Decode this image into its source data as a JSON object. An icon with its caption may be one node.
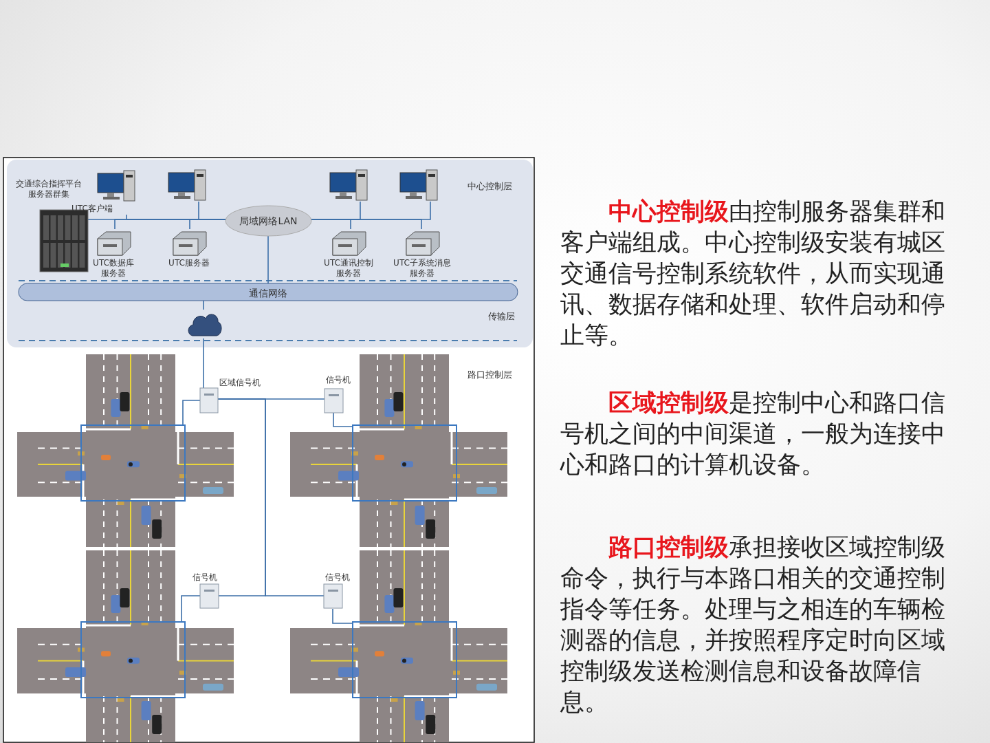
{
  "diagram": {
    "nodes": [
      {
        "text": [
          "交通综合指挥平台服务器群集"
        ]
      },
      {
        "text": [
          "UTC客户端"
        ]
      },
      {
        "text": [],
        "shape": "picture"
      },
      {
        "text": [],
        "shape": "picture"
      },
      {
        "text": [],
        "shape": "picture"
      },
      {
        "text": [
          "UTC数据库服务器"
        ]
      },
      {
        "text": [
          "UTC服务器"
        ]
      },
      {
        "text": [
          "局域网络LAN"
        ]
      },
      {
        "text": [
          "UTC通讯控制服务器"
        ]
      },
      {
        "text": [
          "UTC子系统消息服务器"
        ]
      },
      {
        "text": [
          "通信网络"
        ]
      },
      {
        "text": [],
        "shape": "cloud"
      },
      {
        "text": [
          "区域信号机"
        ]
      },
      {
        "text": [
          "信号机"
        ]
      },
      {
        "text": [
          "信号机"
        ]
      },
      {
        "text": [
          "信号机"
        ]
      },
      {
        "text": [],
        "shape": "box"
      },
      {
        "text": [],
        "shape": "box"
      },
      {
        "text": [],
        "shape": "box"
      },
      {
        "text": [],
        "shape": "box"
      }
    ],
    "edges": [
      {
        "from": 0,
        "to": 7,
        "arrow": "none"
      },
      {
        "from": 1,
        "to": 7,
        "arrow": "none"
      },
      {
        "from": 2,
        "to": 7,
        "arrow": "none"
      },
      {
        "from": 5,
        "to": 7,
        "arrow": "none"
      },
      {
        "from": 6,
        "to": 7,
        "arrow": "none"
      },
      {
        "from": 3,
        "to": 7,
        "arrow": "none"
      },
      {
        "from": 4,
        "to": 7,
        "arrow": "none"
      },
      {
        "from": 8,
        "to": 7,
        "arrow": "none"
      },
      {
        "from": 9,
        "to": 7,
        "arrow": "none"
      },
      {
        "from": 7,
        "to": 10,
        "arrow": "none"
      },
      {
        "from": 10,
        "to": 11,
        "arrow": "none"
      },
      {
        "from": 11,
        "to": 12,
        "arrow": "none"
      },
      {
        "from": 12,
        "to": 13,
        "arrow": "none"
      },
      {
        "from": 12,
        "to": 14,
        "arrow": "none"
      },
      {
        "from": 12,
        "to": 15,
        "arrow": "none"
      },
      {
        "from": 12,
        "to": 16,
        "arrow": "none"
      },
      {
        "from": 13,
        "to": 17,
        "arrow": "none"
      },
      {
        "from": 14,
        "to": 18,
        "arrow": "none"
      },
      {
        "from": 15,
        "to": 19,
        "arrow": "none"
      }
    ],
    "labels": [
      "中心控制层",
      "传输层",
      "路口控制层",
      "**中心控制级**由控制服务器集群和客户端组成。中心控制级安装有城区交通信号控制系统软件，从而实现通讯、数据存储和处理、软件启动和停止等。",
      "**区域控制级**是控制中心和路口信号机之间的中间渠道，一般为连接中心和路口的计算机设备。",
      "**路口控制级**承担接收区域控制级命令，执行与本路口相关的交通控制指令等任务。处理与之相连的车辆检测器的信息，并按照程序定时向区域控制级发送检测信息和设备故障信息。"
    ]
  }
}
